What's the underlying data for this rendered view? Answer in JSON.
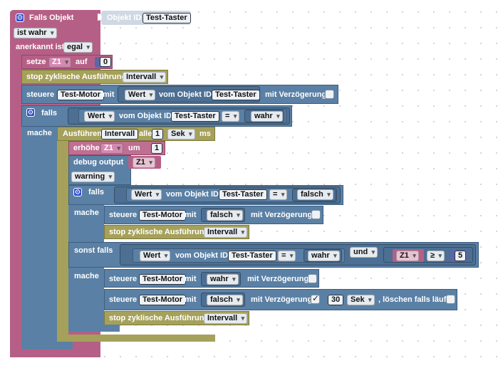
{
  "colors": {
    "event": "#b65f86",
    "logic": "#5b80a5",
    "timer": "#a5a15a",
    "variable": "#b65f86",
    "math": "#5b67a5"
  },
  "icons": {
    "gear": "gear-icon"
  },
  "event": {
    "title": "Falls Objekt",
    "object_prefix": "Objekt ID",
    "object_id": "Test-Taster",
    "row1_label": "ist wahr",
    "row2_label": "anerkannt ist",
    "row2_value": "egal"
  },
  "set_var": {
    "label": "setze",
    "var": "Z1",
    "to": "auf",
    "value": "0"
  },
  "stop1": {
    "label": "stop zyklische Ausführung",
    "value": "Intervall"
  },
  "control1": {
    "label": "steuere",
    "device": "Test-Motor",
    "with": "mit",
    "wert": "Wert",
    "from_obj": "vom Objekt ID",
    "obj": "Test-Taster",
    "delay": "mit Verzögerung"
  },
  "if1": {
    "label": "falls",
    "do": "mache",
    "wert": "Wert",
    "from_obj": "vom Objekt ID",
    "obj": "Test-Taster",
    "op": "=",
    "val": "wahr"
  },
  "interval": {
    "label": "Ausführen",
    "name": "Intervall",
    "every": "alle",
    "n": "1",
    "unit": "Sek",
    "ms": "ms"
  },
  "inc": {
    "label": "erhöhe",
    "var": "Z1",
    "by": "um",
    "n": "1"
  },
  "debug": {
    "label": "debug output",
    "var": "Z1",
    "level": "warning"
  },
  "if2": {
    "label": "falls",
    "do": "mache",
    "elseif": "sonst falls",
    "do2": "mache",
    "cond1": {
      "wert": "Wert",
      "from_obj": "vom Objekt ID",
      "obj": "Test-Taster",
      "op": "=",
      "val": "falsch"
    },
    "cond2": {
      "wert": "Wert",
      "from_obj": "vom Objekt ID",
      "obj": "Test-Taster",
      "op": "=",
      "val": "wahr",
      "and": "und",
      "var": "Z1",
      "cmp": "≥",
      "num": "5"
    }
  },
  "ctl_a": {
    "label": "steuere",
    "device": "Test-Motor",
    "with": "mit",
    "val": "falsch",
    "delay": "mit Verzögerung"
  },
  "stop2": {
    "label": "stop zyklische Ausführung",
    "value": "Intervall"
  },
  "ctl_b": {
    "label": "steuere",
    "device": "Test-Motor",
    "with": "mit",
    "val": "wahr",
    "delay": "mit Verzögerung"
  },
  "ctl_c": {
    "label": "steuere",
    "device": "Test-Motor",
    "with": "mit",
    "val": "falsch",
    "delay": "mit Verzögerung",
    "n": "30",
    "unit": "Sek",
    "clear": ", löschen falls läuft"
  },
  "stop3": {
    "label": "stop zyklische Ausführung",
    "value": "Intervall"
  }
}
